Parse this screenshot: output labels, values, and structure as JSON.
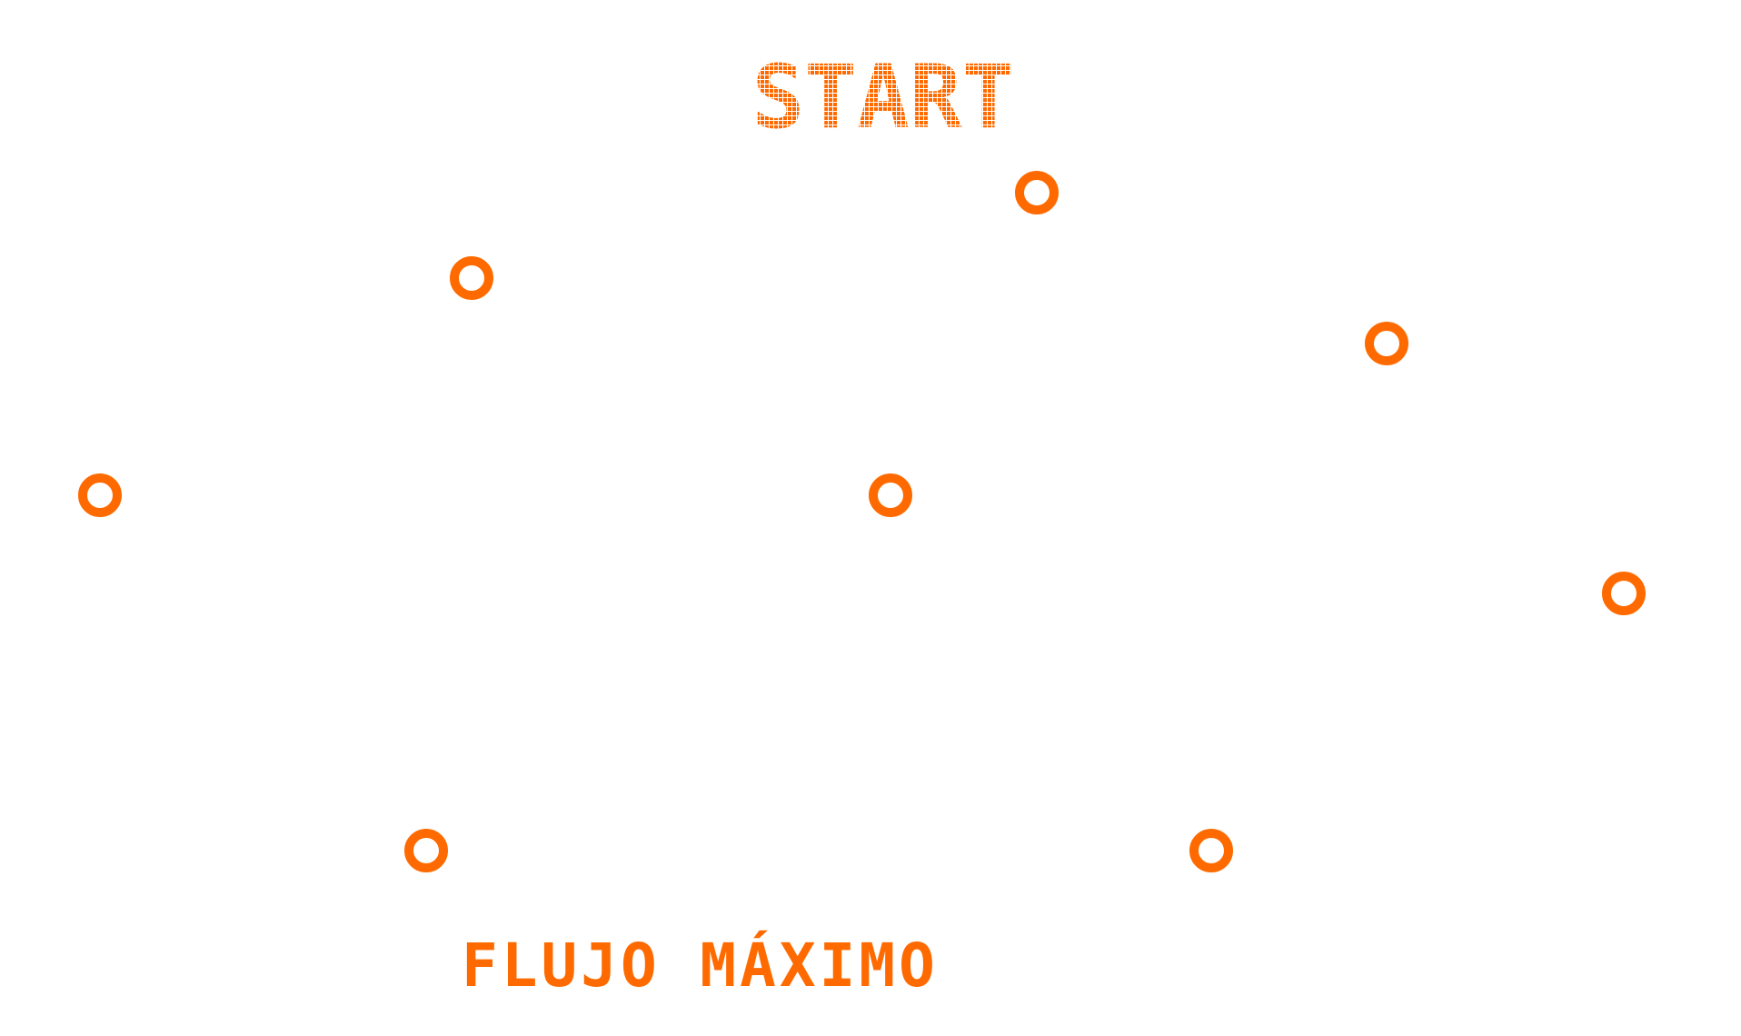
{
  "colors": {
    "accent": "#ff6a00",
    "background": "#ffffff"
  },
  "start_button": {
    "label": "START"
  },
  "title": {
    "text": "FLUJO MÁXIMO"
  },
  "nodes": [
    {
      "id": "node-1",
      "icon": "ring-icon"
    },
    {
      "id": "node-2",
      "icon": "ring-icon"
    },
    {
      "id": "node-3",
      "icon": "ring-icon"
    },
    {
      "id": "node-4",
      "icon": "ring-icon"
    },
    {
      "id": "node-5",
      "icon": "ring-icon"
    },
    {
      "id": "node-6",
      "icon": "ring-icon"
    },
    {
      "id": "node-7",
      "icon": "ring-icon"
    },
    {
      "id": "node-8",
      "icon": "ring-icon"
    },
    {
      "id": "node-9",
      "icon": "ring-icon"
    }
  ]
}
